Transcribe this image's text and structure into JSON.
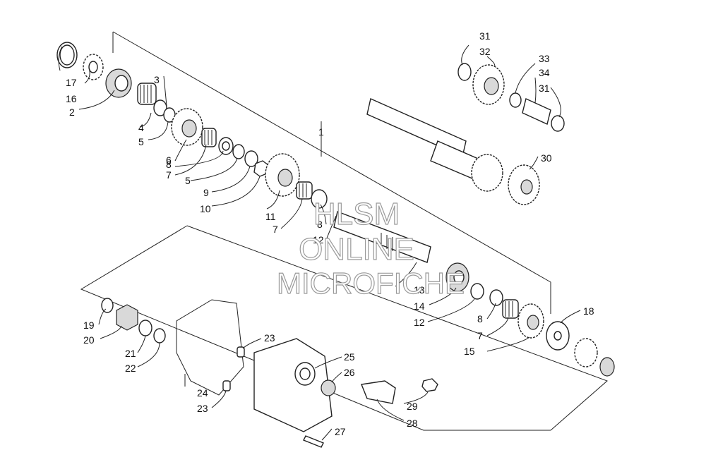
{
  "watermark": {
    "line1": "HLSM",
    "line2": "ONLINE",
    "line3": "MICROFICHE"
  },
  "callouts": {
    "c1": "1",
    "c2": "2",
    "c3": "3",
    "c4": "4",
    "c5a": "5",
    "c5b": "5",
    "c6": "6",
    "c7a": "7",
    "c7b": "7",
    "c7c": "7",
    "c8a": "8",
    "c8b": "8",
    "c8c": "8",
    "c9": "9",
    "c10": "10",
    "c11": "11",
    "c12a": "12",
    "c12b": "12",
    "c13": "13",
    "c14": "14",
    "c15": "15",
    "c16": "16",
    "c17": "17",
    "c18": "18",
    "c19": "19",
    "c20": "20",
    "c21": "21",
    "c22": "22",
    "c23a": "23",
    "c23b": "23",
    "c24": "24",
    "c25": "25",
    "c26": "26",
    "c27": "27",
    "c28": "28",
    "c29": "29",
    "c30": "30",
    "c31a": "31",
    "c31b": "31",
    "c32": "32",
    "c33": "33",
    "c34": "34"
  }
}
